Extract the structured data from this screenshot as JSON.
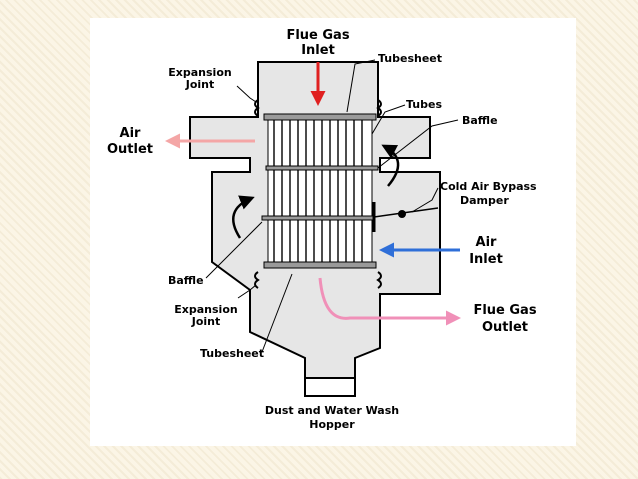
{
  "labels": {
    "flue_gas_inlet_1": "Flue Gas",
    "flue_gas_inlet_2": "Inlet",
    "tubesheet_top": "Tubesheet",
    "expansion_joint_top_1": "Expansion",
    "expansion_joint_top_2": "Joint",
    "tubes": "Tubes",
    "baffle_right": "Baffle",
    "air_outlet_1": "Air",
    "air_outlet_2": "Outlet",
    "cold_air_bypass_1": "Cold Air Bypass",
    "cold_air_bypass_2": "Damper",
    "air_inlet_1": "Air",
    "air_inlet_2": "Inlet",
    "baffle_left": "Baffle",
    "expansion_joint_bottom_1": "Expansion",
    "expansion_joint_bottom_2": "Joint",
    "flue_gas_outlet_1": "Flue Gas",
    "flue_gas_outlet_2": "Outlet",
    "tubesheet_bottom": "Tubesheet",
    "hopper_1": "Dust and Water Wash",
    "hopper_2": "Hopper"
  },
  "colors": {
    "shell_fill": "#e6e6e6",
    "flue_gas_arrow": "#e02020",
    "air_outlet_arrow": "#f4a6a6",
    "air_inlet_arrow": "#2f6fd8",
    "flue_gas_outlet_arrow": "#f090b8"
  }
}
